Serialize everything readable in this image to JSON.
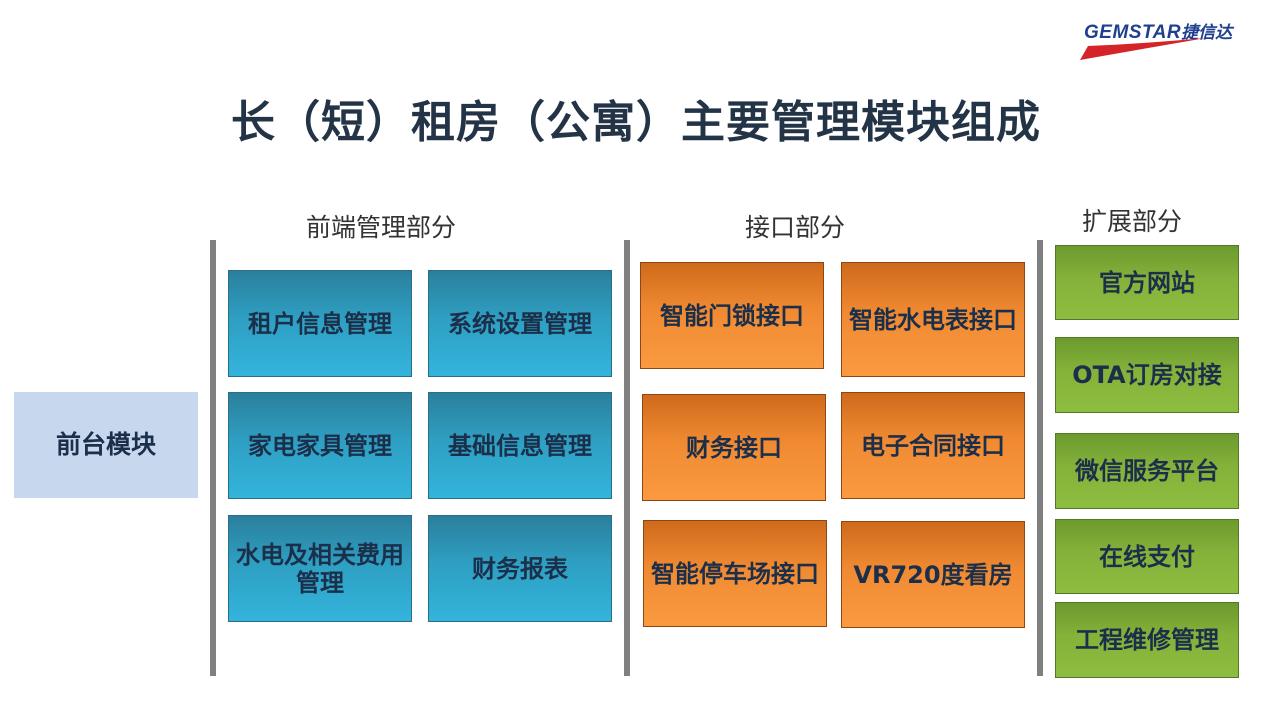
{
  "logo": {
    "brand": "GEMSTAR",
    "brand_cn": "捷信达"
  },
  "title": "长（短）租房（公寓）主要管理模块组成",
  "front_module": "前台模块",
  "sections": {
    "frontend": {
      "label": "前端管理部分",
      "items": [
        "租户信息管理",
        "系统设置管理",
        "家电家具管理",
        "基础信息管理",
        "水电及相关费用管理",
        "财务报表"
      ]
    },
    "interface": {
      "label": "接口部分",
      "items": [
        "智能门锁接口",
        "智能水电表接口",
        "财务接口",
        "电子合同接口",
        "智能停车场接口",
        "VR720度看房"
      ]
    },
    "extension": {
      "label": "扩展部分",
      "items": [
        "官方网站",
        "OTA订房对接",
        "微信服务平台",
        "在线支付",
        "工程维修管理"
      ]
    }
  },
  "colors": {
    "frontend_box": "#2e9fc2",
    "interface_box": "#f08a32",
    "extension_box": "#84b23a",
    "front_module_box": "#c7d7ee",
    "title_text": "#243447",
    "divider": "#808080"
  }
}
